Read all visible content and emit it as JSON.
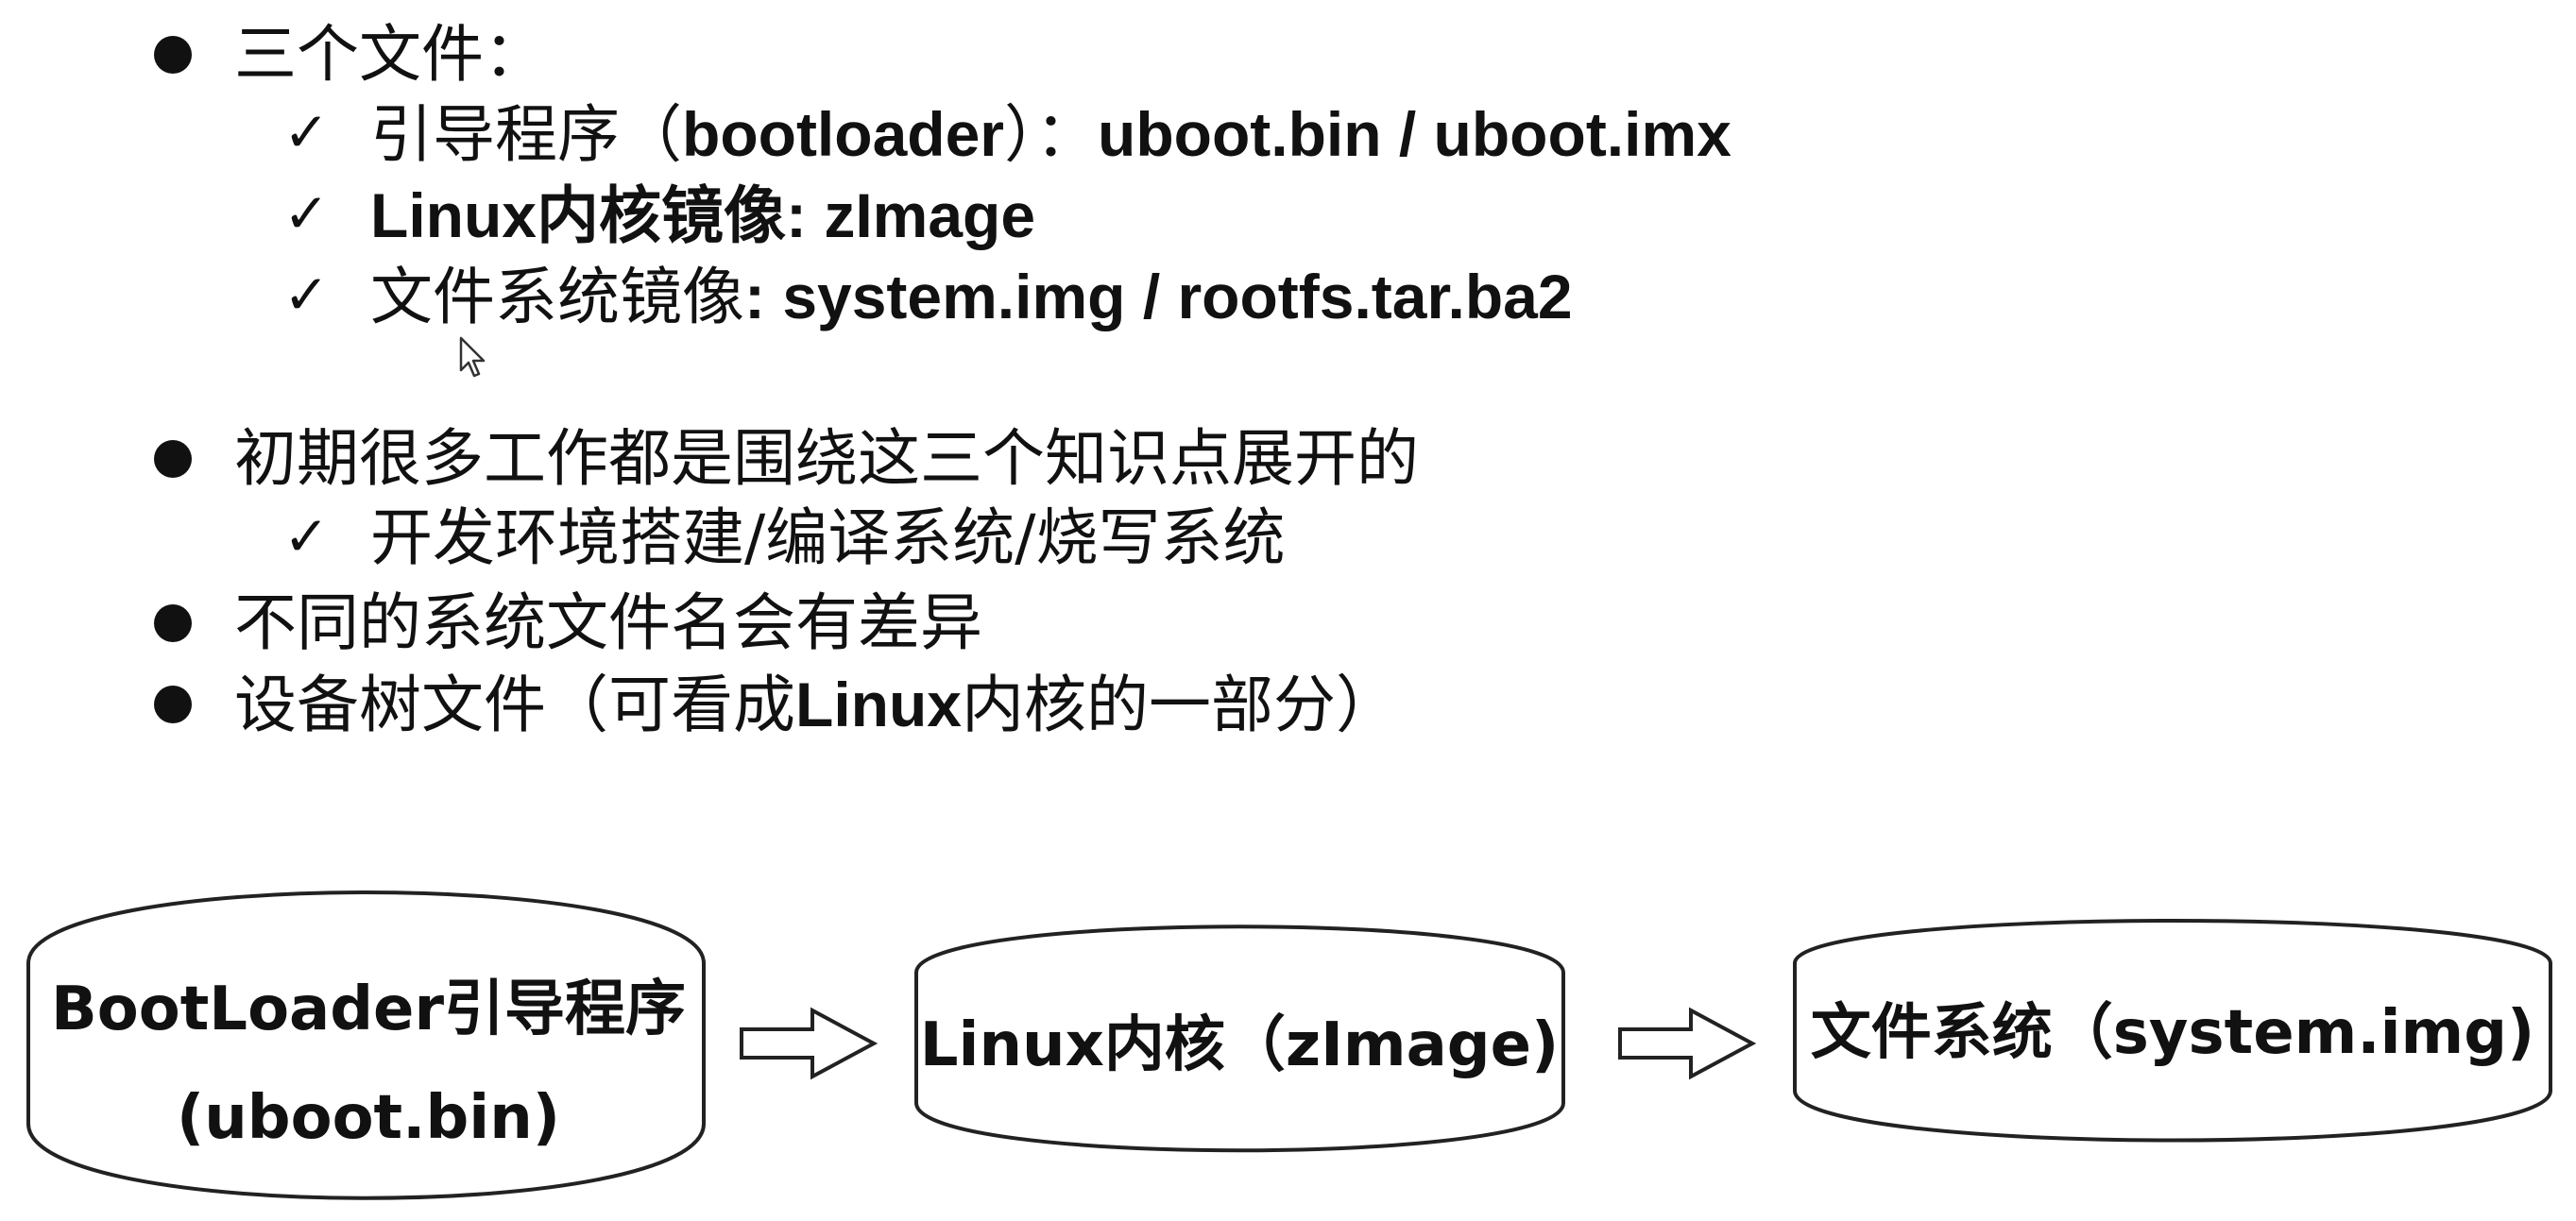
{
  "bullets": [
    {
      "text": "三个文件：",
      "sub": [
        {
          "cjk": "引导程序（",
          "latin": "bootloader",
          "cjk2": "）：",
          "latin2": "uboot.bin / uboot.imx"
        },
        {
          "latin": "Linux",
          "cjk": "内核镜像",
          "latin2": ": zImage"
        },
        {
          "cjk": "文件系统镜像",
          "latin": ":  system.img / rootfs.tar.ba2"
        }
      ]
    },
    {
      "text": "初期很多工作都是围绕这三个知识点展开的",
      "sub": [
        {
          "text": "开发环境搭建/编译系统/烧写系统"
        }
      ]
    },
    {
      "text": "不同的系统文件名会有差异"
    },
    {
      "cjk": "设备树文件（可看成",
      "latin": "Linux",
      "cjk2": "内核的一部分）"
    }
  ],
  "diagram": {
    "nodes": [
      {
        "line1": "BootLoader引导程序",
        "line2": "(uboot.bin)"
      },
      {
        "line1": "Linux内核（zImage)"
      },
      {
        "line1": "文件系统（system.img)"
      }
    ],
    "arrow_icon": "right-hollow-arrow-icon"
  },
  "colors": {
    "text": "#111111",
    "background": "#ffffff",
    "shape_stroke": "#222222"
  }
}
